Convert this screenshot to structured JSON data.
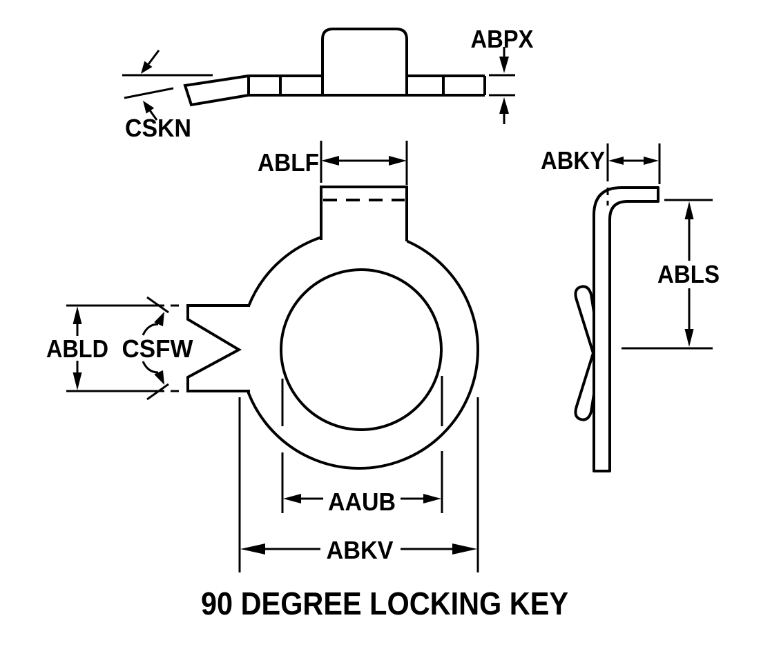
{
  "title": "90 DEGREE LOCKING KEY",
  "dimension_labels": {
    "abpx": "ABPX",
    "cskn": "CSKN",
    "ablf": "ABLF",
    "abky": "ABKY",
    "abls": "ABLS",
    "abld": "ABLD",
    "csfw": "CSFW",
    "aaub": "AAUB",
    "abkv": "ABKV"
  },
  "colors": {
    "line": "#000000",
    "background": "#ffffff"
  }
}
